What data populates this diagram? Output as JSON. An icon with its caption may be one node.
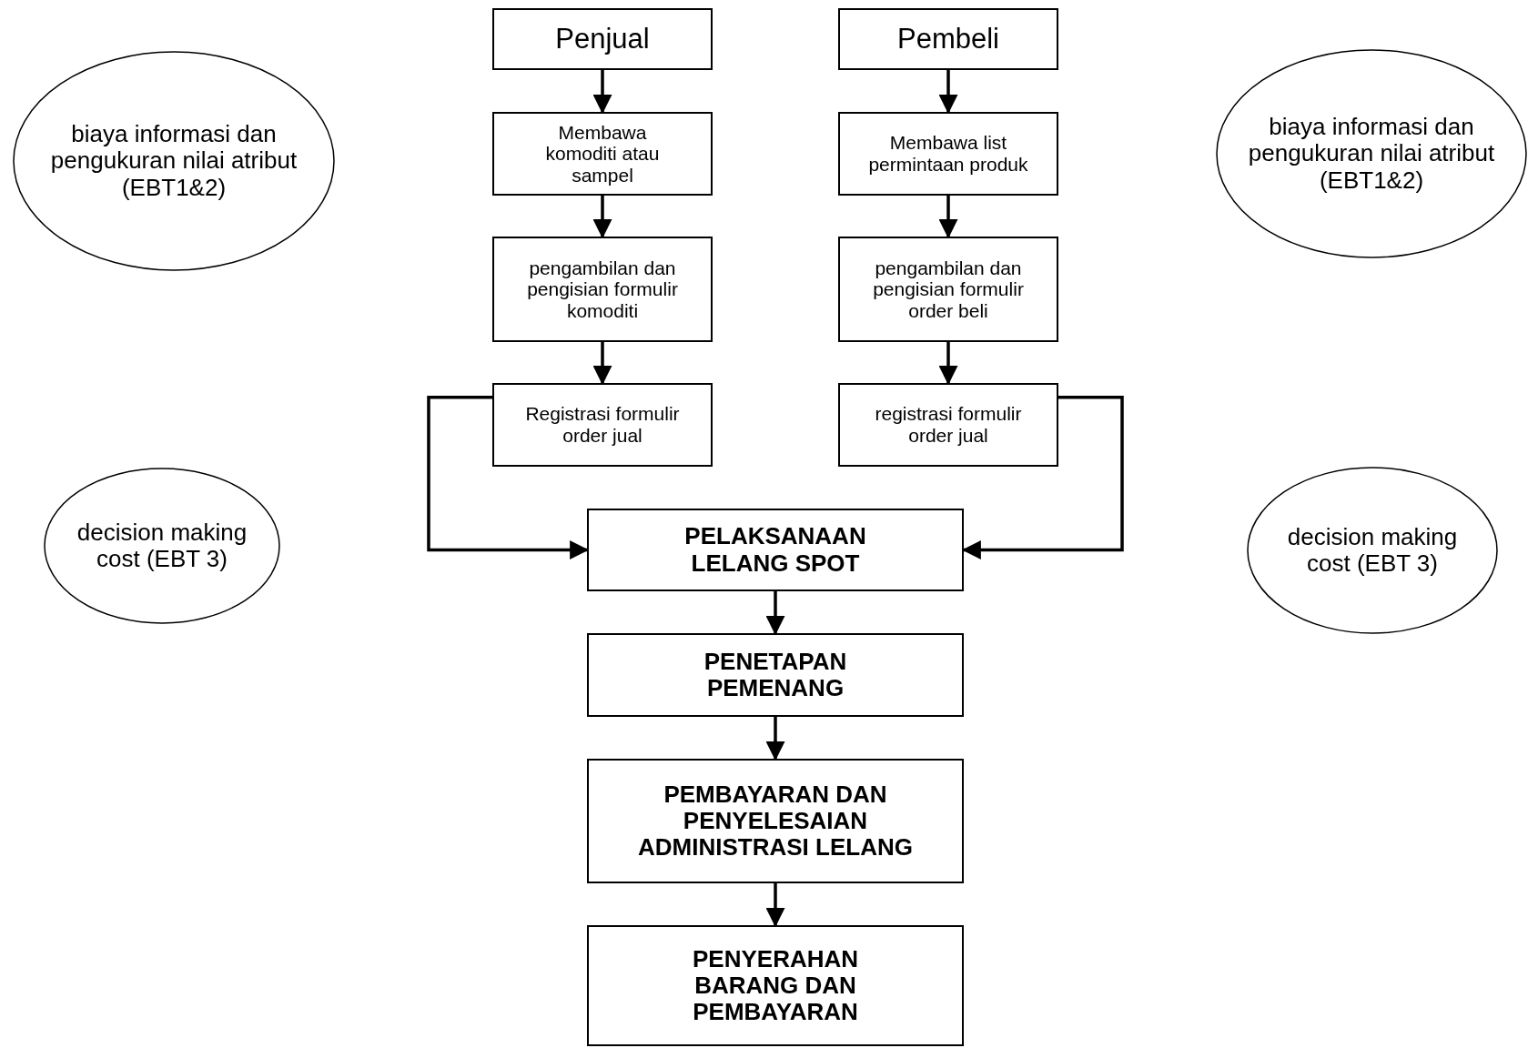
{
  "diagram": {
    "nodes": [
      {
        "text": [
          "Penjual"
        ]
      },
      {
        "text": [
          "Pembeli"
        ]
      },
      {
        "text": [
          "Membawa komoditi atau sampel"
        ]
      },
      {
        "text": [
          "Membawa list permintaan produk"
        ]
      },
      {
        "text": [
          "pengambilan dan pengisian formulir komoditi"
        ]
      },
      {
        "text": [
          "pengambilan dan pengisian formulir order beli"
        ]
      },
      {
        "text": [
          "Registrasi formulir order jual"
        ]
      },
      {
        "text": [
          "registrasi formulir order jual"
        ]
      },
      {
        "text": [
          "PELAKSANAAN LELANG SPOT"
        ]
      },
      {
        "text": [
          "PENETAPAN PEMENANG"
        ]
      },
      {
        "text": [
          "PEMBAYARAN DAN PENYELESAIAN ADMINISTRASI LELANG"
        ]
      },
      {
        "text": [
          "PENYERAHAN BARANG DAN PEMBAYARAN"
        ]
      },
      {
        "text": [
          "biaya informasi dan pengukuran nilai atribut (EBT1&2)"
        ]
      },
      {
        "text": [
          "biaya informasi dan pengukuran nilai atribut (EBT1&2)"
        ]
      },
      {
        "text": [
          "decision making cost (EBT 3)"
        ]
      },
      {
        "text": [
          "decision making cost (EBT 3)"
        ]
      }
    ],
    "edges": [
      {
        "from": 0,
        "to": 2,
        "arrow": "to"
      },
      {
        "from": 2,
        "to": 4,
        "arrow": "to"
      },
      {
        "from": 4,
        "to": 6,
        "arrow": "to"
      },
      {
        "from": 1,
        "to": 3,
        "arrow": "to"
      },
      {
        "from": 3,
        "to": 5,
        "arrow": "to"
      },
      {
        "from": 5,
        "to": 7,
        "arrow": "to"
      },
      {
        "from": 6,
        "to": 8,
        "arrow": "to"
      },
      {
        "from": 7,
        "to": 8,
        "arrow": "to"
      },
      {
        "from": 8,
        "to": 9,
        "arrow": "to"
      },
      {
        "from": 9,
        "to": 10,
        "arrow": "to"
      },
      {
        "from": 10,
        "to": 11,
        "arrow": "to"
      }
    ]
  }
}
